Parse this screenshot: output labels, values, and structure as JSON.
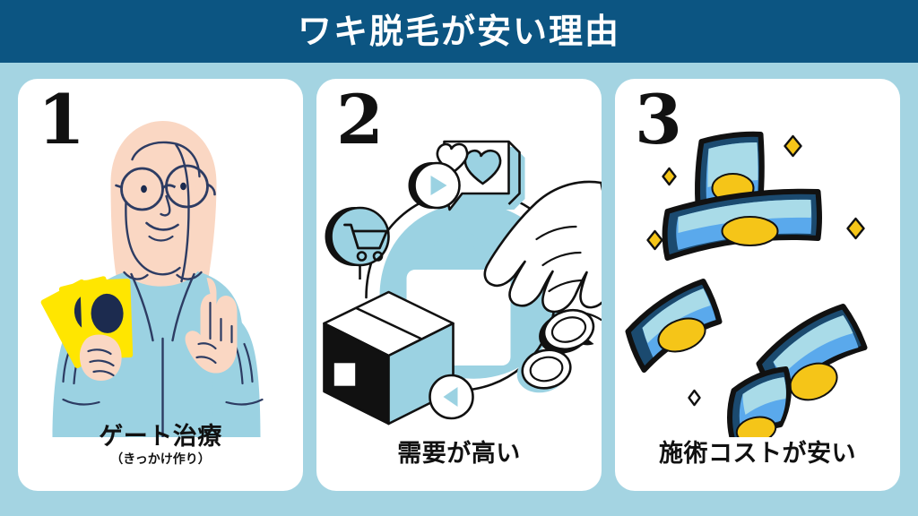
{
  "header": {
    "title": "ワキ脱毛が安い理由",
    "bg_color": "#0c5582",
    "text_color": "#ffffff"
  },
  "page": {
    "background_color": "#a4d4e2",
    "card_background": "#ffffff"
  },
  "cards": [
    {
      "number": "1",
      "caption": "ゲート治療",
      "subcaption": "（きっかけ作り）",
      "illustration": "woman-holding-yellow-cards-pointing-up",
      "colors": {
        "skin": "#fad7c3",
        "hair": "#fad7c3",
        "jacket": "#9bd2e2",
        "card": "#ffe600",
        "line": "#2d3c63"
      }
    },
    {
      "number": "2",
      "caption": "需要が高い",
      "subcaption": "",
      "illustration": "ecommerce-box-cart-hearts-hand",
      "colors": {
        "accent": "#9bd2e2",
        "line": "#111111",
        "fill": "#ffffff"
      }
    },
    {
      "number": "3",
      "caption": "施術コストが安い",
      "subcaption": "",
      "illustration": "flying-blue-banknotes-with-sparkles",
      "colors": {
        "bill_light": "#a9dbe8",
        "bill_mid": "#5aa9ec",
        "bill_dark": "#1b4a6f",
        "coin": "#f5c518",
        "outline": "#111111"
      }
    }
  ]
}
